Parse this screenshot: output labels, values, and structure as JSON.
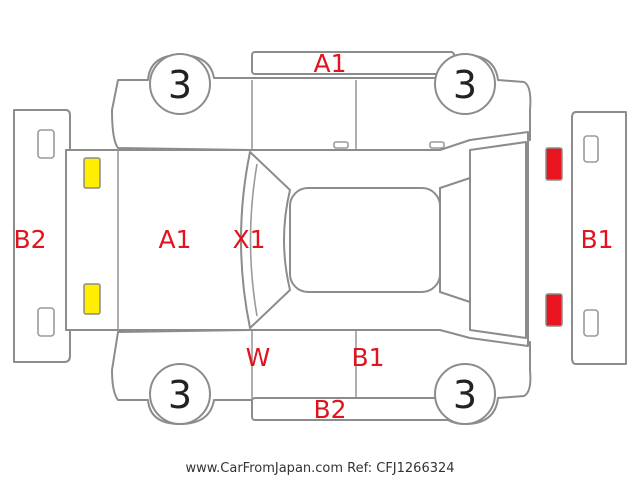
{
  "colors": {
    "outline": "#8c8c8c",
    "damage_code": "#e0141e",
    "front_lights": "#ffee00",
    "rear_lights": "#e8141e"
  },
  "panels": {
    "roof_top": "A1",
    "front_bumper": "B2",
    "hood": "A1",
    "windshield": "X1",
    "rear_bumper": "B1",
    "bottom_w": "W",
    "bottom_door": "B1",
    "bottom_sill": "B2"
  },
  "wheels": {
    "front_left": "3",
    "rear_left": "3",
    "front_right": "3",
    "rear_right": "3"
  },
  "footer": "www.CarFromJapan.com Ref: CFJ1266324"
}
